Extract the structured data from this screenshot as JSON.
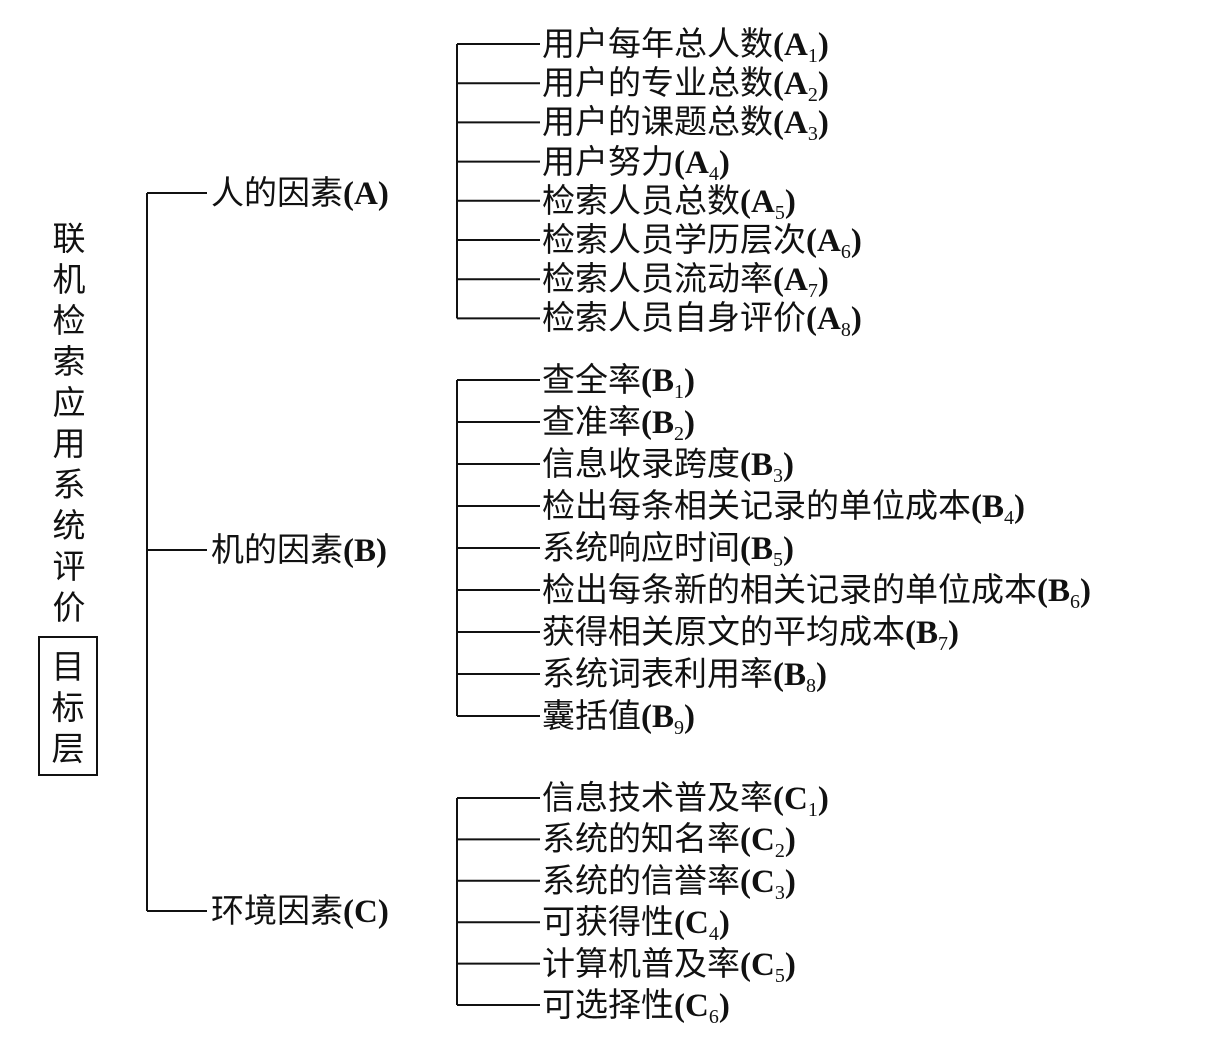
{
  "diagram": {
    "root": {
      "title": "联机检索应用系统评价",
      "layer_label": "目标层"
    },
    "groups": [
      {
        "label": "人的因素",
        "code": "A",
        "items": [
          {
            "label": "用户每年总人数",
            "letter": "A",
            "sub": "1"
          },
          {
            "label": "用户的专业总数",
            "letter": "A",
            "sub": "2"
          },
          {
            "label": "用户的课题总数",
            "letter": "A",
            "sub": "3"
          },
          {
            "label": "用户努力",
            "letter": "A",
            "sub": "4"
          },
          {
            "label": "检索人员总数",
            "letter": "A",
            "sub": "5"
          },
          {
            "label": "检索人员学历层次",
            "letter": "A",
            "sub": "6"
          },
          {
            "label": "检索人员流动率",
            "letter": "A",
            "sub": "7"
          },
          {
            "label": "检索人员自身评价",
            "letter": "A",
            "sub": "8"
          }
        ]
      },
      {
        "label": "机的因素",
        "code": "B",
        "items": [
          {
            "label": "查全率",
            "letter": "B",
            "sub": "1"
          },
          {
            "label": "查准率",
            "letter": "B",
            "sub": "2"
          },
          {
            "label": "信息收录跨度",
            "letter": "B",
            "sub": "3"
          },
          {
            "label": "检出每条相关记录的单位成本",
            "letter": "B",
            "sub": "4"
          },
          {
            "label": "系统响应时间",
            "letter": "B",
            "sub": "5"
          },
          {
            "label": "检出每条新的相关记录的单位成本",
            "letter": "B",
            "sub": "6"
          },
          {
            "label": "获得相关原文的平均成本",
            "letter": "B",
            "sub": "7"
          },
          {
            "label": "系统词表利用率",
            "letter": "B",
            "sub": "8"
          },
          {
            "label": "囊括值",
            "letter": "B",
            "sub": "9"
          }
        ]
      },
      {
        "label": "环境因素",
        "code": "C",
        "items": [
          {
            "label": "信息技术普及率",
            "letter": "C",
            "sub": "1"
          },
          {
            "label": "系统的知名率",
            "letter": "C",
            "sub": "2"
          },
          {
            "label": "系统的信誉率",
            "letter": "C",
            "sub": "3"
          },
          {
            "label": "可获得性",
            "letter": "C",
            "sub": "4"
          },
          {
            "label": "计算机普及率",
            "letter": "C",
            "sub": "5"
          },
          {
            "label": "可选择性",
            "letter": "C",
            "sub": "6"
          }
        ]
      }
    ]
  }
}
